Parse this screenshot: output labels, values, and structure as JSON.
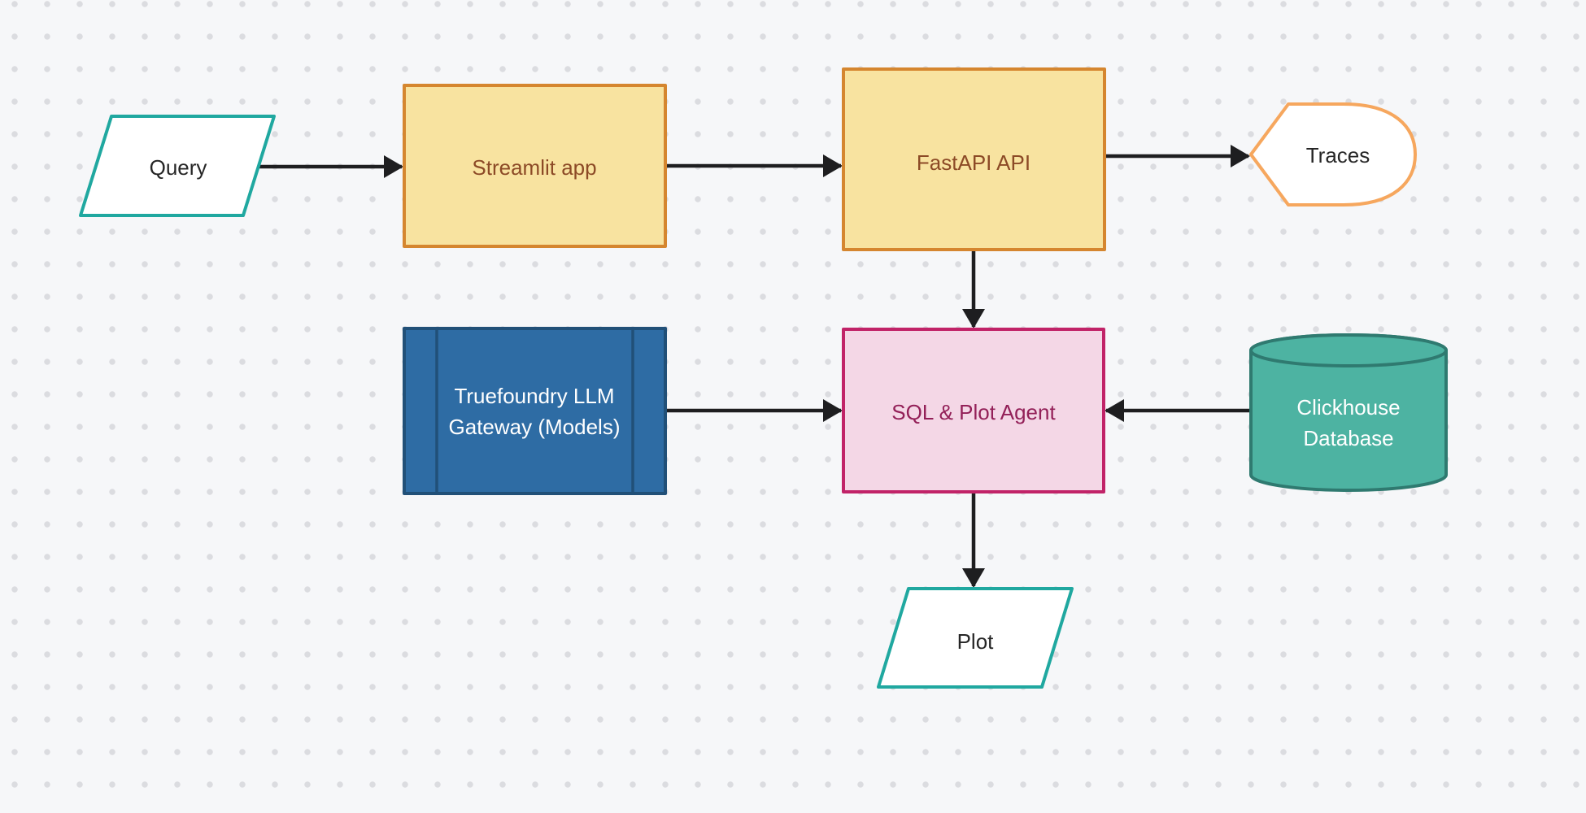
{
  "canvas": {
    "background_color": "#F6F7F9",
    "dot_color": "#DBDCE0"
  },
  "nodes": {
    "query": {
      "label": "Query",
      "shape": "parallelogram",
      "fill": "#FFFFFF",
      "stroke": "#20A8A0",
      "text_color": "#262626"
    },
    "streamlit_app": {
      "label": "Streamlit app",
      "shape": "rectangle",
      "fill": "#F8E3A0",
      "stroke": "#D5862F",
      "text_color": "#8C4A26"
    },
    "fastapi_api": {
      "label": "FastAPI API",
      "shape": "rectangle",
      "fill": "#F8E3A0",
      "stroke": "#D5862F",
      "text_color": "#8C4A26"
    },
    "traces": {
      "label": "Traces",
      "shape": "display",
      "fill": "#FFFFFF",
      "stroke": "#F6A75E",
      "text_color": "#262626"
    },
    "llm_gateway": {
      "label_line1": "Truefoundry LLM",
      "label_line2": "Gateway (Models)",
      "shape": "predefined-process",
      "fill": "#2E6CA4",
      "stroke": "#215078",
      "text_color": "#FFFFFF"
    },
    "sql_plot_agent": {
      "label": "SQL & Plot Agent",
      "shape": "rectangle",
      "fill": "#F4D7E6",
      "stroke": "#C12368",
      "text_color": "#932058"
    },
    "clickhouse_db": {
      "label_line1": "Clickhouse",
      "label_line2": "Database",
      "shape": "cylinder",
      "fill": "#4DB3A2",
      "stroke": "#2F7A70",
      "text_color": "#FFFFFF"
    },
    "plot": {
      "label": "Plot",
      "shape": "parallelogram",
      "fill": "#FFFFFF",
      "stroke": "#20A8A0",
      "text_color": "#262626"
    }
  },
  "edges": {
    "color": "#1E1E20",
    "connections": [
      {
        "from": "query",
        "to": "streamlit_app"
      },
      {
        "from": "streamlit_app",
        "to": "fastapi_api"
      },
      {
        "from": "fastapi_api",
        "to": "traces"
      },
      {
        "from": "fastapi_api",
        "to": "sql_plot_agent"
      },
      {
        "from": "llm_gateway",
        "to": "sql_plot_agent"
      },
      {
        "from": "clickhouse_db",
        "to": "sql_plot_agent"
      },
      {
        "from": "sql_plot_agent",
        "to": "plot"
      }
    ]
  }
}
